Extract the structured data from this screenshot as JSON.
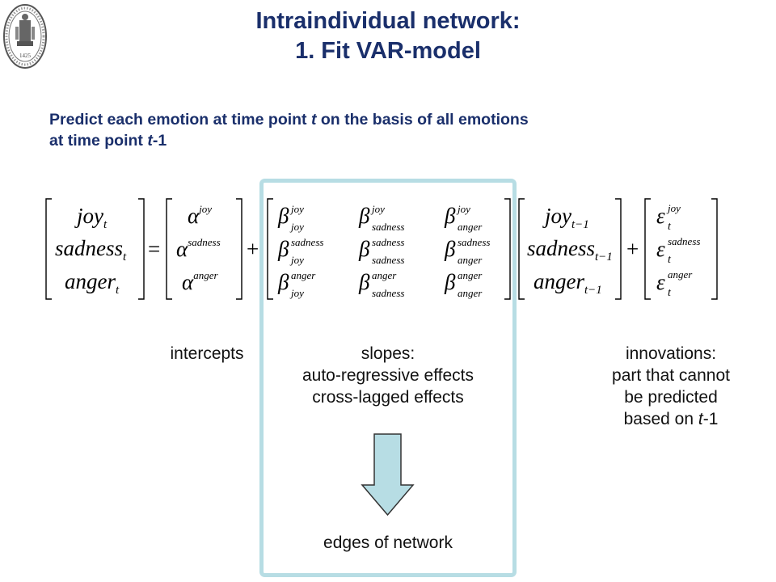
{
  "title": {
    "line1": "Intraindividual network:",
    "line2": "1. Fit VAR-model"
  },
  "subtitle": {
    "line1_prefix": "Predict each emotion at time point ",
    "line1_var": "t",
    "line1_suffix": " on the basis of all emotions",
    "line2_prefix": "at time point ",
    "line2_var": "t",
    "line2_suffix": "-1"
  },
  "equation": {
    "lhs": [
      "joy",
      "sadness",
      "anger"
    ],
    "time_sub": "t",
    "lag_sub": "t−1",
    "equals": "=",
    "plus": "+",
    "alpha_symbol": "α",
    "beta_symbol": "β",
    "epsilon_symbol": "ε",
    "alpha_sup": [
      "joy",
      "sadness",
      "anger"
    ],
    "beta": [
      [
        {
          "sup": "joy",
          "sub": "joy"
        },
        {
          "sup": "joy",
          "sub": "sadness"
        },
        {
          "sup": "joy",
          "sub": "anger"
        }
      ],
      [
        {
          "sup": "sadness",
          "sub": "joy"
        },
        {
          "sup": "sadness",
          "sub": "sadness"
        },
        {
          "sup": "sadness",
          "sub": "anger"
        }
      ],
      [
        {
          "sup": "anger",
          "sub": "joy"
        },
        {
          "sup": "anger",
          "sub": "sadness"
        },
        {
          "sup": "anger",
          "sub": "anger"
        }
      ]
    ],
    "lagged": [
      "joy",
      "sadness",
      "anger"
    ],
    "eps_sup": [
      "joy",
      "sadness",
      "anger"
    ]
  },
  "labels": {
    "intercepts": "intercepts",
    "slopes": [
      "slopes:",
      "auto-regressive effects",
      "cross-lagged effects"
    ],
    "innovations_line1": "innovations:",
    "innovations_line2": "part that cannot",
    "innovations_line3": "be predicted",
    "innovations_line4_prefix": "based on ",
    "innovations_line4_var": "t",
    "innovations_line4_suffix": "-1",
    "edges": "edges of network"
  },
  "icons": {
    "logo": "university-seal-icon",
    "arrow": "down-arrow-icon"
  },
  "colors": {
    "title": "#1a2f6b",
    "highlight_box": "#b7dde4",
    "arrow_fill": "#b7dde4",
    "arrow_stroke": "#333333"
  }
}
